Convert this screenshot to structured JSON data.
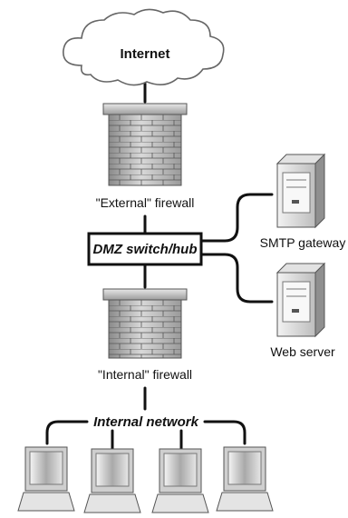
{
  "nodes": {
    "internet": "Internet",
    "external_firewall": "\"External\" firewall",
    "dmz_switch": "DMZ switch/hub",
    "smtp_gateway": "SMTP gateway",
    "web_server": "Web server",
    "internal_firewall": "\"Internal\" firewall",
    "internal_network": "Internal network"
  }
}
